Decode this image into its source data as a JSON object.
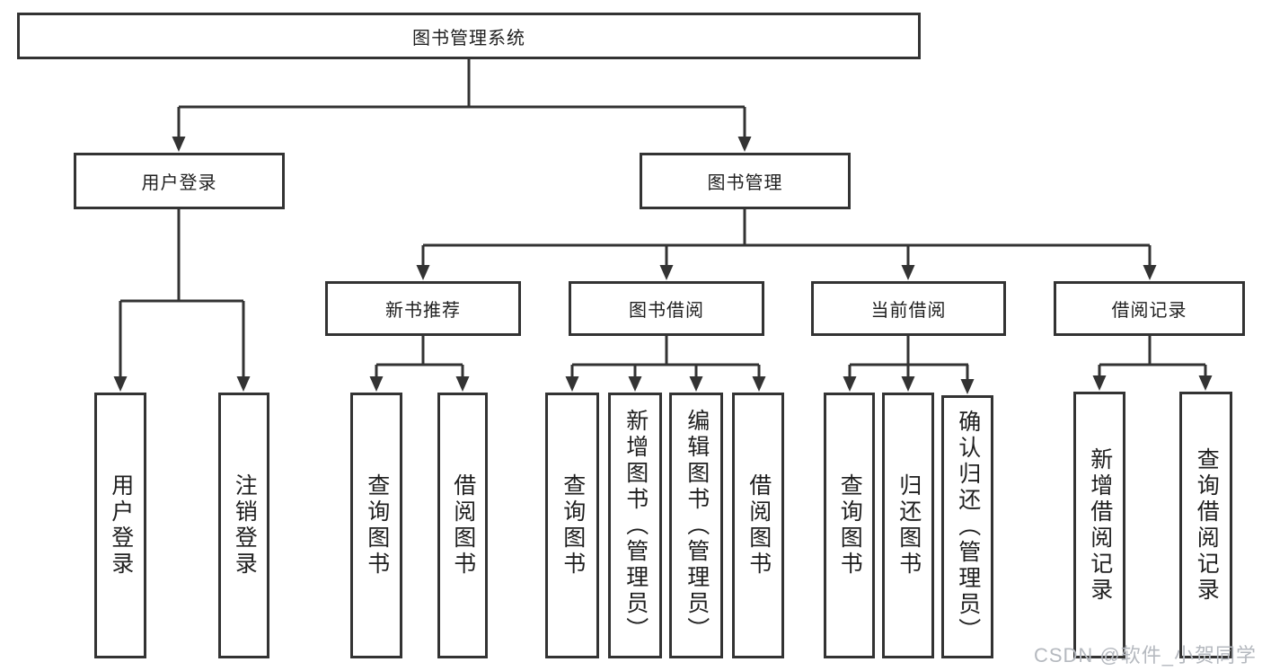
{
  "diagram": {
    "root": {
      "label": "图书管理系统"
    },
    "level2": [
      {
        "label": "用户登录"
      },
      {
        "label": "图书管理"
      }
    ],
    "level3": [
      {
        "label": "新书推荐"
      },
      {
        "label": "图书借阅"
      },
      {
        "label": "当前借阅"
      },
      {
        "label": "借阅记录"
      }
    ],
    "leaves": {
      "user_login": [
        {
          "label": "用户登录"
        },
        {
          "label": "注销登录"
        }
      ],
      "new_books": [
        {
          "label": "查询图书"
        },
        {
          "label": "借阅图书"
        }
      ],
      "book_borrow": [
        {
          "label": "查询图书"
        },
        {
          "label": "新增图书（管理员）"
        },
        {
          "label": "编辑图书（管理员）"
        },
        {
          "label": "借阅图书"
        }
      ],
      "current_borrow": [
        {
          "label": "查询图书"
        },
        {
          "label": "归还图书"
        },
        {
          "label": "确认归还（管理员）"
        }
      ],
      "borrow_records": [
        {
          "label": "新增借阅记录"
        },
        {
          "label": "查询借阅记录"
        }
      ]
    }
  },
  "watermark": {
    "text": "CSDN @软件_小贺同学"
  },
  "colors": {
    "line": "#333333",
    "border": "#333333",
    "text": "#1f1f1f",
    "background": "#ffffff",
    "watermark": "#b5b9bf"
  }
}
